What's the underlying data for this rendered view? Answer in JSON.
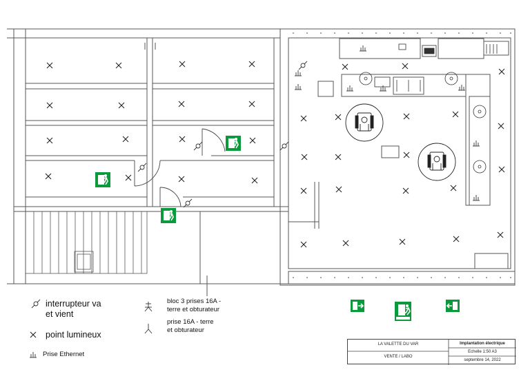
{
  "legend": {
    "switch": "interrupteur va\net vient",
    "light": "point lumineux",
    "ethernet": "Prise Ethernet",
    "bloc3": "bloc 3 prises 16A -\nterre et obturateur",
    "prise16": "prise 16A - terre\net obturateur"
  },
  "title_block": {
    "location": "LA VALETTE DU VAR",
    "subject": "VENTE / LABO",
    "drawing": "Implantation électrique",
    "scale": "Echelle  1:50 A3",
    "date": "septembre 14, 2022"
  },
  "icons": [
    "exit-door-icon",
    "emergency-exit-running-man-icon",
    "exit-door-left-icon"
  ],
  "colors": {
    "exit_green": "#0a9a3c",
    "line": "#555555"
  }
}
